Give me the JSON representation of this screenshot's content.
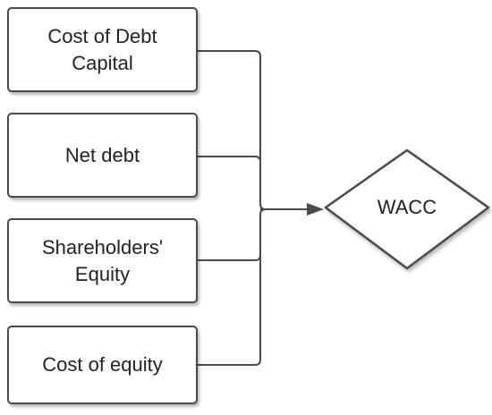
{
  "inputs": [
    {
      "label": "Cost of Debt Capital"
    },
    {
      "label": "Net debt"
    },
    {
      "label": "Shareholders' Equity"
    },
    {
      "label": "Cost of equity"
    }
  ],
  "output": {
    "label": "WACC"
  },
  "colors": {
    "stroke": "#4a4a4a",
    "text": "#222222",
    "background": "#ffffff"
  }
}
